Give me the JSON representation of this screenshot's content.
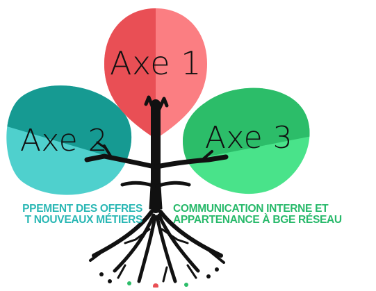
{
  "axes": [
    {
      "label": "Axe 1",
      "colors": {
        "light": "#fb7e82",
        "dark": "#e94f55"
      }
    },
    {
      "label": "Axe 2",
      "colors": {
        "light": "#4fd0cd",
        "dark": "#169a92"
      }
    },
    {
      "label": "Axe 3",
      "colors": {
        "light": "#49e38a",
        "dark": "#2cbd69"
      }
    }
  ],
  "captions": {
    "left": {
      "line1": "PPEMENT DES OFFRES",
      "line2": "T NOUVEAUX MÉTIERS",
      "color": "#29b7b4"
    },
    "right": {
      "line1": "COMMUNICATION INTERNE ET",
      "line2": "APPARTENANCE À BGE RÉSEAU",
      "color": "#27b96a"
    }
  },
  "tree_color": "#111111"
}
